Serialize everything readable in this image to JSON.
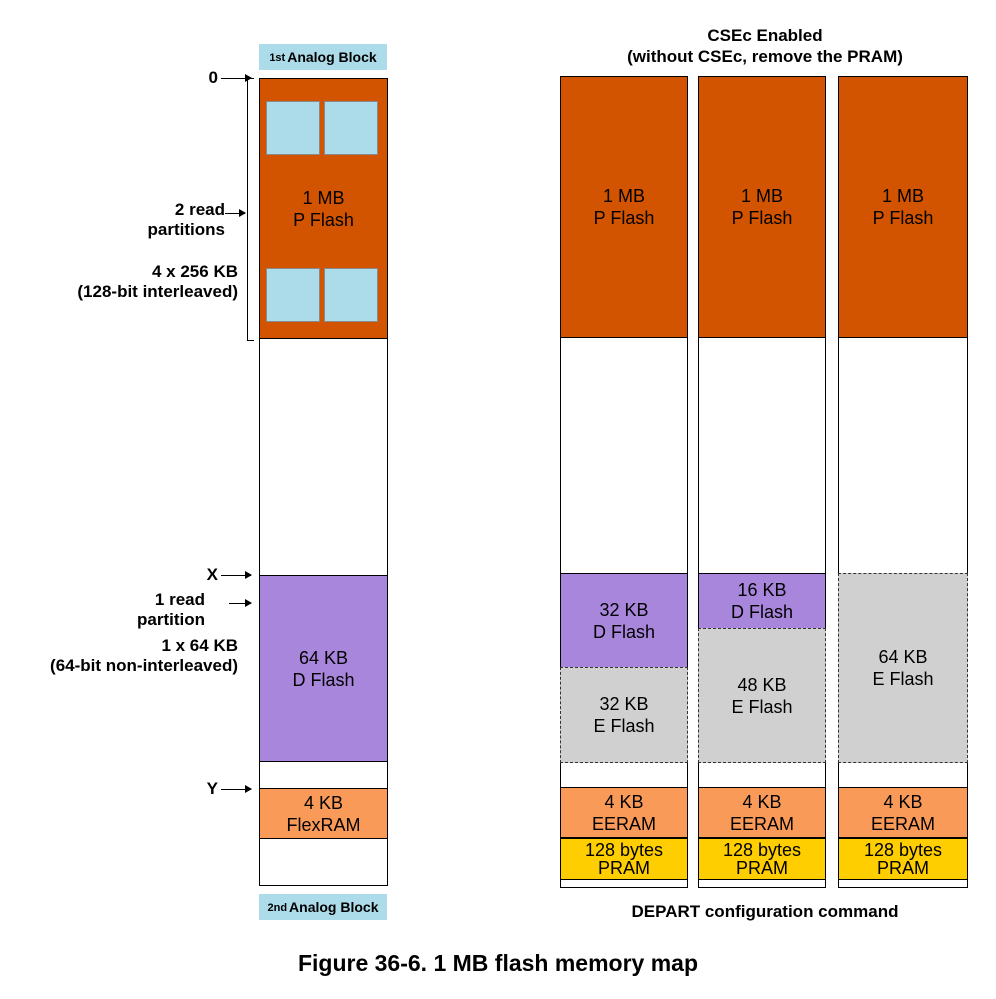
{
  "left": {
    "top_label_sup": "1st",
    "top_label_text": "Analog Block",
    "bottom_label_sup": "2nd",
    "bottom_label_text": "Analog Block",
    "pflash": [
      "1 MB",
      "P Flash"
    ],
    "dflash": [
      "64 KB",
      "D Flash"
    ],
    "flexram": [
      "4 KB",
      "FlexRAM"
    ],
    "markers": {
      "zero": "0",
      "x": "X",
      "y": "Y"
    },
    "annotations": {
      "read_partitions": [
        "2 read",
        "partitions"
      ],
      "interleave": [
        "4 x 256 KB",
        "(128-bit interleaved)"
      ],
      "one_partition": [
        "1 read",
        "partition"
      ],
      "one_interleave": [
        "1 x 64 KB",
        "(64-bit non-interleaved)"
      ]
    }
  },
  "right": {
    "title": [
      "CSEc Enabled",
      "(without CSEc, remove the PRAM)"
    ],
    "footer": "DEPART configuration command",
    "columns": [
      {
        "pflash": [
          "1 MB",
          "P Flash"
        ],
        "dflash": [
          "32 KB",
          "D Flash"
        ],
        "eflash": [
          "32 KB",
          "E Flash"
        ],
        "eeram": [
          "4 KB",
          "EERAM"
        ],
        "pram": [
          "128 bytes",
          "PRAM"
        ]
      },
      {
        "pflash": [
          "1 MB",
          "P Flash"
        ],
        "dflash": [
          "16 KB",
          "D Flash"
        ],
        "eflash": [
          "48 KB",
          "E Flash"
        ],
        "eeram": [
          "4 KB",
          "EERAM"
        ],
        "pram": [
          "128 bytes",
          "PRAM"
        ]
      },
      {
        "pflash": [
          "1 MB",
          "P Flash"
        ],
        "dflash": null,
        "eflash": [
          "64 KB",
          "E Flash"
        ],
        "eeram": [
          "4 KB",
          "EERAM"
        ],
        "pram": [
          "128 bytes",
          "PRAM"
        ]
      }
    ]
  },
  "caption": "Figure 36-6. 1 MB flash memory map",
  "colors": {
    "pflash": "#d35400",
    "dflash": "#a886dc",
    "eflash": "#d0d0d0",
    "eeram": "#fa9a58",
    "pram": "#fece00",
    "analog": "#acdce9"
  }
}
